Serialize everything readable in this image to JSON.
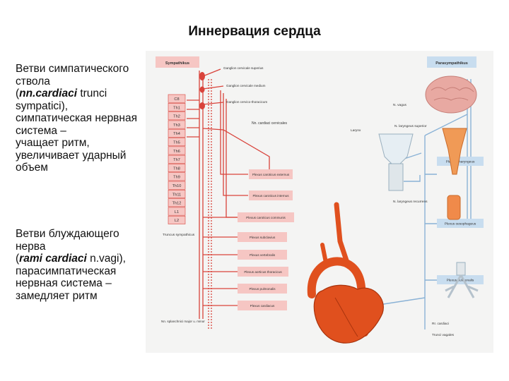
{
  "slide": {
    "title": "Иннервация сердца"
  },
  "left_text": {
    "sympathetic": {
      "l1": "Ветви симпатического",
      "l2": "ствола",
      "l3_open": "(",
      "l3_em": "nn.cardiaci",
      "l3_rest": " trunci",
      "l4": "sympatici),",
      "l5": "симпатическая нервная",
      "l6": "система –",
      "l7": "учащает ритм,",
      "l8": "увеличивает ударный",
      "l9": "объем"
    },
    "vagal": {
      "l1": "Ветви блуждающего",
      "l2": "нерва",
      "l3_open": "(",
      "l3_em": "rami cardiaci",
      "l3_rest": " n.vagi),",
      "l4": "парасимпатическая",
      "l5": "нервная система –",
      "l6": "замедляет ритм"
    }
  },
  "figure": {
    "sympathicus_label": "Sympathikus",
    "parasympathicus_label": "Parasympathikus",
    "segments": [
      "C8",
      "Th1",
      "Th2",
      "Th3",
      "Th4",
      "Th5",
      "Th6",
      "Th7",
      "Th8",
      "Th9",
      "Th10",
      "Th11",
      "Th12",
      "L1",
      "L2"
    ],
    "ganglia": [
      "Ganglion cervicale superius",
      "Ganglion cervicale medium",
      "Ganglion cervico-thoracicum"
    ],
    "nn_cardiaci_cervicales": "Nn. cardiaci cervicales",
    "truncus_sympathicus": "Truncus sympathicus",
    "splanchnici": "Nn. splanchnici major u. minor",
    "plexus_boxes": [
      "Plexus caroticus externus",
      "Plexus caroticus internus",
      "Plexus caroticus communis",
      "Plexus subclavius",
      "Plexus vertebralis",
      "Plexus aorticus thoracicus",
      "Plexus pulmonalis",
      "Plexus cardiacus"
    ],
    "vagus_labels": {
      "n_vagus": "N. vagus",
      "laryngeus_superior": "N. laryngeus superior",
      "larynx": "Larynx",
      "laryngeus_recurrens": "N. laryngeus recurrens",
      "rr_cardiaci": "Rr. cardiaci",
      "trunci_vagales": "Trunci vagales"
    },
    "right_plexus_boxes": [
      "Plexus pharyngeus",
      "Plexus oesophageus",
      "Plexus pulmonalis"
    ],
    "colors": {
      "sympathetic": "#d9433b",
      "parasympathetic": "#8ab2d6",
      "sym_box_fill": "#f6c6c3",
      "para_box_fill": "#c8ddef",
      "heart": "#e0501e"
    }
  }
}
